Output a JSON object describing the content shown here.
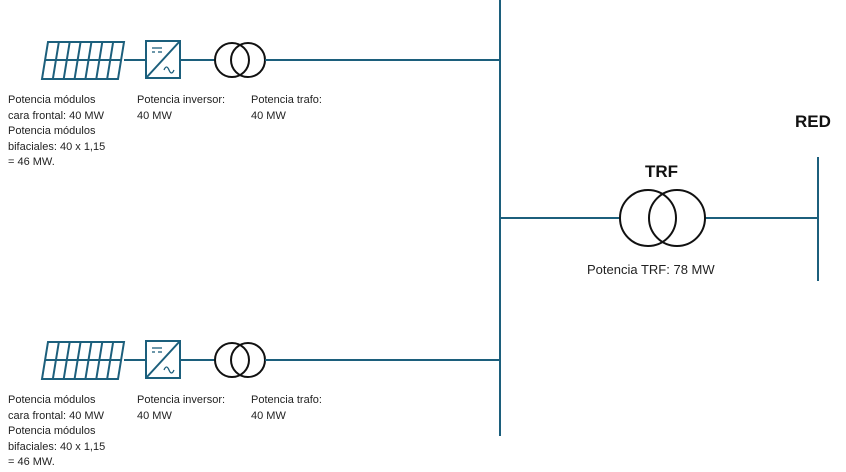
{
  "branches": [
    {
      "modules_text": [
        "Potencia módulos",
        "cara frontal: 40 MW",
        "Potencia módulos",
        "bifaciales: 40 x 1,15",
        "= 46 MW."
      ],
      "inverter_text": [
        "Potencia inversor:",
        "40 MW"
      ],
      "trafo_text": [
        "Potencia trafo:",
        "40 MW"
      ]
    },
    {
      "modules_text": [
        "Potencia módulos",
        "cara frontal: 40 MW",
        "Potencia módulos",
        "bifaciales: 40 x 1,15",
        "= 46 MW."
      ],
      "inverter_text": [
        "Potencia inversor:",
        "40 MW"
      ],
      "trafo_text": [
        "Potencia trafo:",
        "40 MW"
      ]
    }
  ],
  "trf": {
    "title": "TRF",
    "label": "Potencia TRF: 78 MW"
  },
  "grid": {
    "title": "RED"
  },
  "colors": {
    "line": "#1c5f7c",
    "transformer": "#111111"
  }
}
